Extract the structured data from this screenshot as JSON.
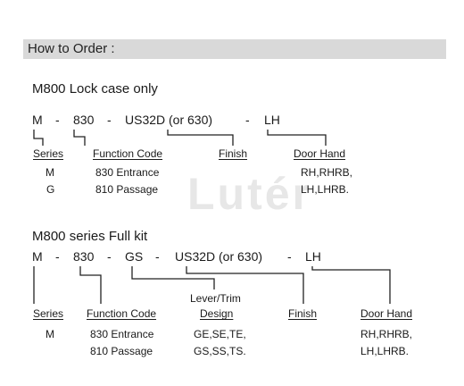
{
  "header": {
    "title": "How to Order :"
  },
  "watermark": "Lutér",
  "lock_case": {
    "title": "M800 Lock case only",
    "code": {
      "p1": "M",
      "d1": "-",
      "p2": "830",
      "d2": "-",
      "p3": "US32D (or 630)",
      "d3": "-",
      "p4": "LH"
    },
    "labels": {
      "series": "Series",
      "function": "Function Code",
      "finish": "Finish",
      "door": "Door Hand"
    },
    "series_values": [
      "M",
      "G"
    ],
    "function_values": [
      "830 Entrance",
      "810 Passage"
    ],
    "door_values": [
      "RH,RHRB,",
      "LH,LHRB."
    ]
  },
  "full_kit": {
    "title": "M800 series Full kit",
    "code": {
      "p1": "M",
      "d1": "-",
      "p2": "830",
      "d2": "-",
      "p3": "GS",
      "d3": "-",
      "p4": "US32D (or 630)",
      "d4": "-",
      "p5": "LH"
    },
    "labels": {
      "series": "Series",
      "function": "Function Code",
      "lever_line1": "Lever/Trim",
      "lever_line2": "Design",
      "finish": "Finish",
      "door": "Door Hand"
    },
    "series_values": [
      "M"
    ],
    "function_values": [
      "830 Entrance",
      "810 Passage"
    ],
    "lever_values": [
      "GE,SE,TE,",
      "GS,SS,TS."
    ],
    "door_values": [
      "RH,RHRB,",
      "LH,LHRB."
    ]
  }
}
